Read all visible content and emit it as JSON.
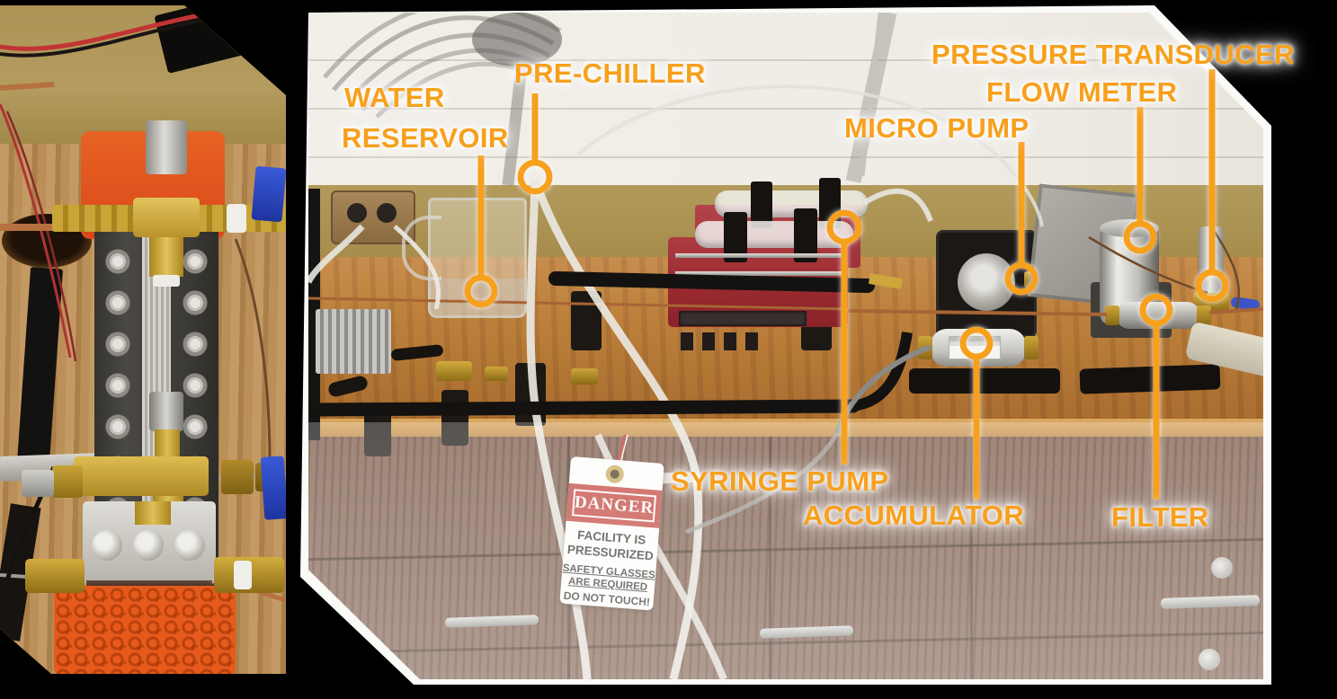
{
  "figure": {
    "type": "annotated laboratory photograph",
    "left_panel": "close-up of bolted micro-channel test section on wooden table",
    "right_panel": "bench-top pressurized flow loop with labeled components"
  },
  "colors": {
    "background": "#000000",
    "annotation_orange": "#F7A01C",
    "annotation_glow": "#FFFFFF",
    "danger_red": "#C04038",
    "bench_wood": "#BE8440",
    "cabinet_wood": "#7E5B49",
    "wall_white": "#F0EDE7",
    "wall_tan": "#B0985A",
    "syringe_pump_red": "#A2333A",
    "test_section_bracket_orange": "#E1531D"
  },
  "annotations": [
    {
      "id": "water-reservoir",
      "label": "WATER RESERVOIR",
      "lines": [
        "WATER",
        "RESERVOIR"
      ]
    },
    {
      "id": "pre-chiller",
      "label": "PRE-CHILLER"
    },
    {
      "id": "micro-pump",
      "label": "MICRO PUMP"
    },
    {
      "id": "flow-meter",
      "label": "FLOW METER"
    },
    {
      "id": "pressure-transducer",
      "label": "PRESSURE TRANSDUCER"
    },
    {
      "id": "syringe-pump",
      "label": "SYRINGE PUMP"
    },
    {
      "id": "accumulator",
      "label": "ACCUMULATOR"
    },
    {
      "id": "filter",
      "label": "FILTER"
    }
  ],
  "danger_tag": {
    "header": "DANGER",
    "body_lines": [
      "FACILITY IS",
      "PRESSURIZED"
    ],
    "warning_lines": [
      "SAFETY GLASSES",
      "ARE REQUIRED"
    ],
    "footer": "DO NOT TOUCH!"
  }
}
